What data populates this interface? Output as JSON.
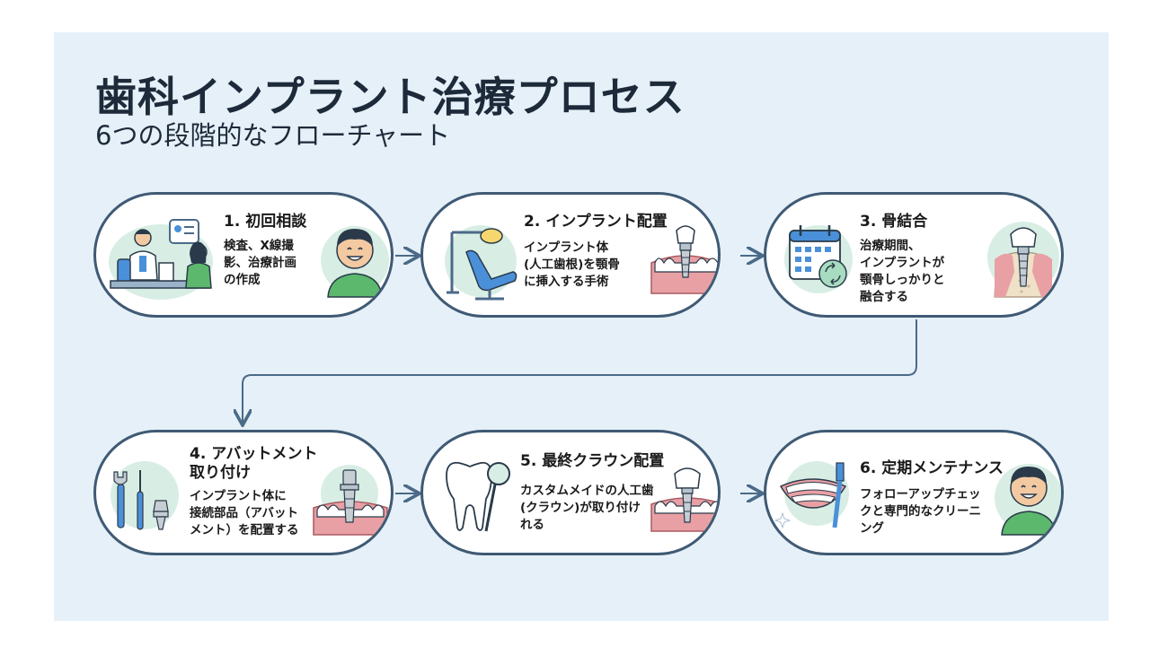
{
  "header": {
    "title": "歯科インプラント治療プロセス",
    "subtitle": "6つの段階的なフローチャート"
  },
  "steps": [
    {
      "title": "1. 初回相談",
      "description": "検査、X線撮\n影、治療計画\nの作成",
      "icons": [
        "doctor-consultation-icon",
        "smiling-patient-icon"
      ]
    },
    {
      "title": "2. インプラント配置",
      "description": "インプラント体\n(人工歯根)を顎骨\nに挿入する手術",
      "icons": [
        "dental-chair-icon",
        "implant-in-gum-icon"
      ]
    },
    {
      "title": "3. 骨結合",
      "description": "治療期間、\nインプラントが\n顎骨しっかりと\n融合する",
      "icons": [
        "calendar-cycle-icon",
        "implant-in-bone-icon"
      ]
    },
    {
      "title": "4. アバットメント\n取り付け",
      "description": "インプラント体に\n接続部品（アバット\nメント）を配置する",
      "icons": [
        "dental-tools-icon",
        "abutment-icon"
      ]
    },
    {
      "title": "5. 最終クラウン配置",
      "description": "カスタムメイドの人工歯\n(クラウン)が取り付け\nれる",
      "icons": [
        "tooth-mirror-icon",
        "crown-on-implant-icon"
      ]
    },
    {
      "title": "6. 定期メンテナンス",
      "description": "フォローアップチェッ\nクと専門的なクリーニ\nング",
      "icons": [
        "smile-toothbrush-icon",
        "happy-patient-icon"
      ]
    }
  ],
  "colors": {
    "background": "#e6f0f8",
    "card_border": "#3f5a74",
    "arrow": "#4a6a88",
    "icon_bg": "#d8eee4",
    "gum": "#e8a0a4",
    "shirt_green": "#5cb86c"
  }
}
